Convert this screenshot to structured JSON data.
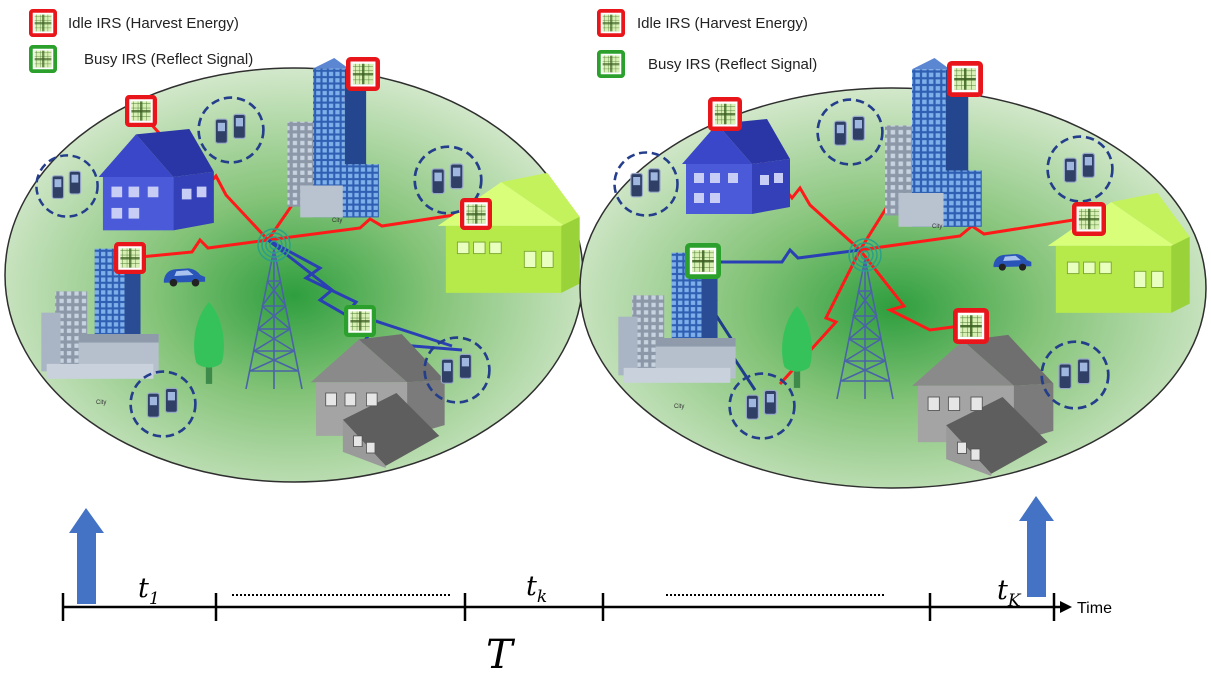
{
  "legend": [
    {
      "idle_label": "Idle IRS (Harvest Energy)",
      "busy_label": "Busy IRS (Reflect Signal)"
    },
    {
      "idle_label": "Idle IRS (Harvest Energy)",
      "busy_label": "Busy IRS (Reflect Signal)"
    }
  ],
  "timeline": {
    "slots": [
      {
        "base": "t",
        "sub": "1"
      },
      {
        "base": "t",
        "sub": "k"
      },
      {
        "base": "t",
        "sub": "K"
      }
    ],
    "axis_label": "Time",
    "period_label": "T"
  },
  "city_labels": [
    "City",
    "City",
    "City",
    "City"
  ],
  "colors": {
    "idle_irs": "#e8161b",
    "busy_irs": "#2ca02c",
    "idle_link": "#ff1a1a",
    "busy_link": "#2b3fb5",
    "cell": "#c9e3bf",
    "arrow": "#4472c4"
  },
  "icons": [
    "irs-panel-icon",
    "tower-icon",
    "house-icon",
    "building-icon",
    "phone-icon",
    "car-icon",
    "tree-icon",
    "time-arrow-icon"
  ]
}
